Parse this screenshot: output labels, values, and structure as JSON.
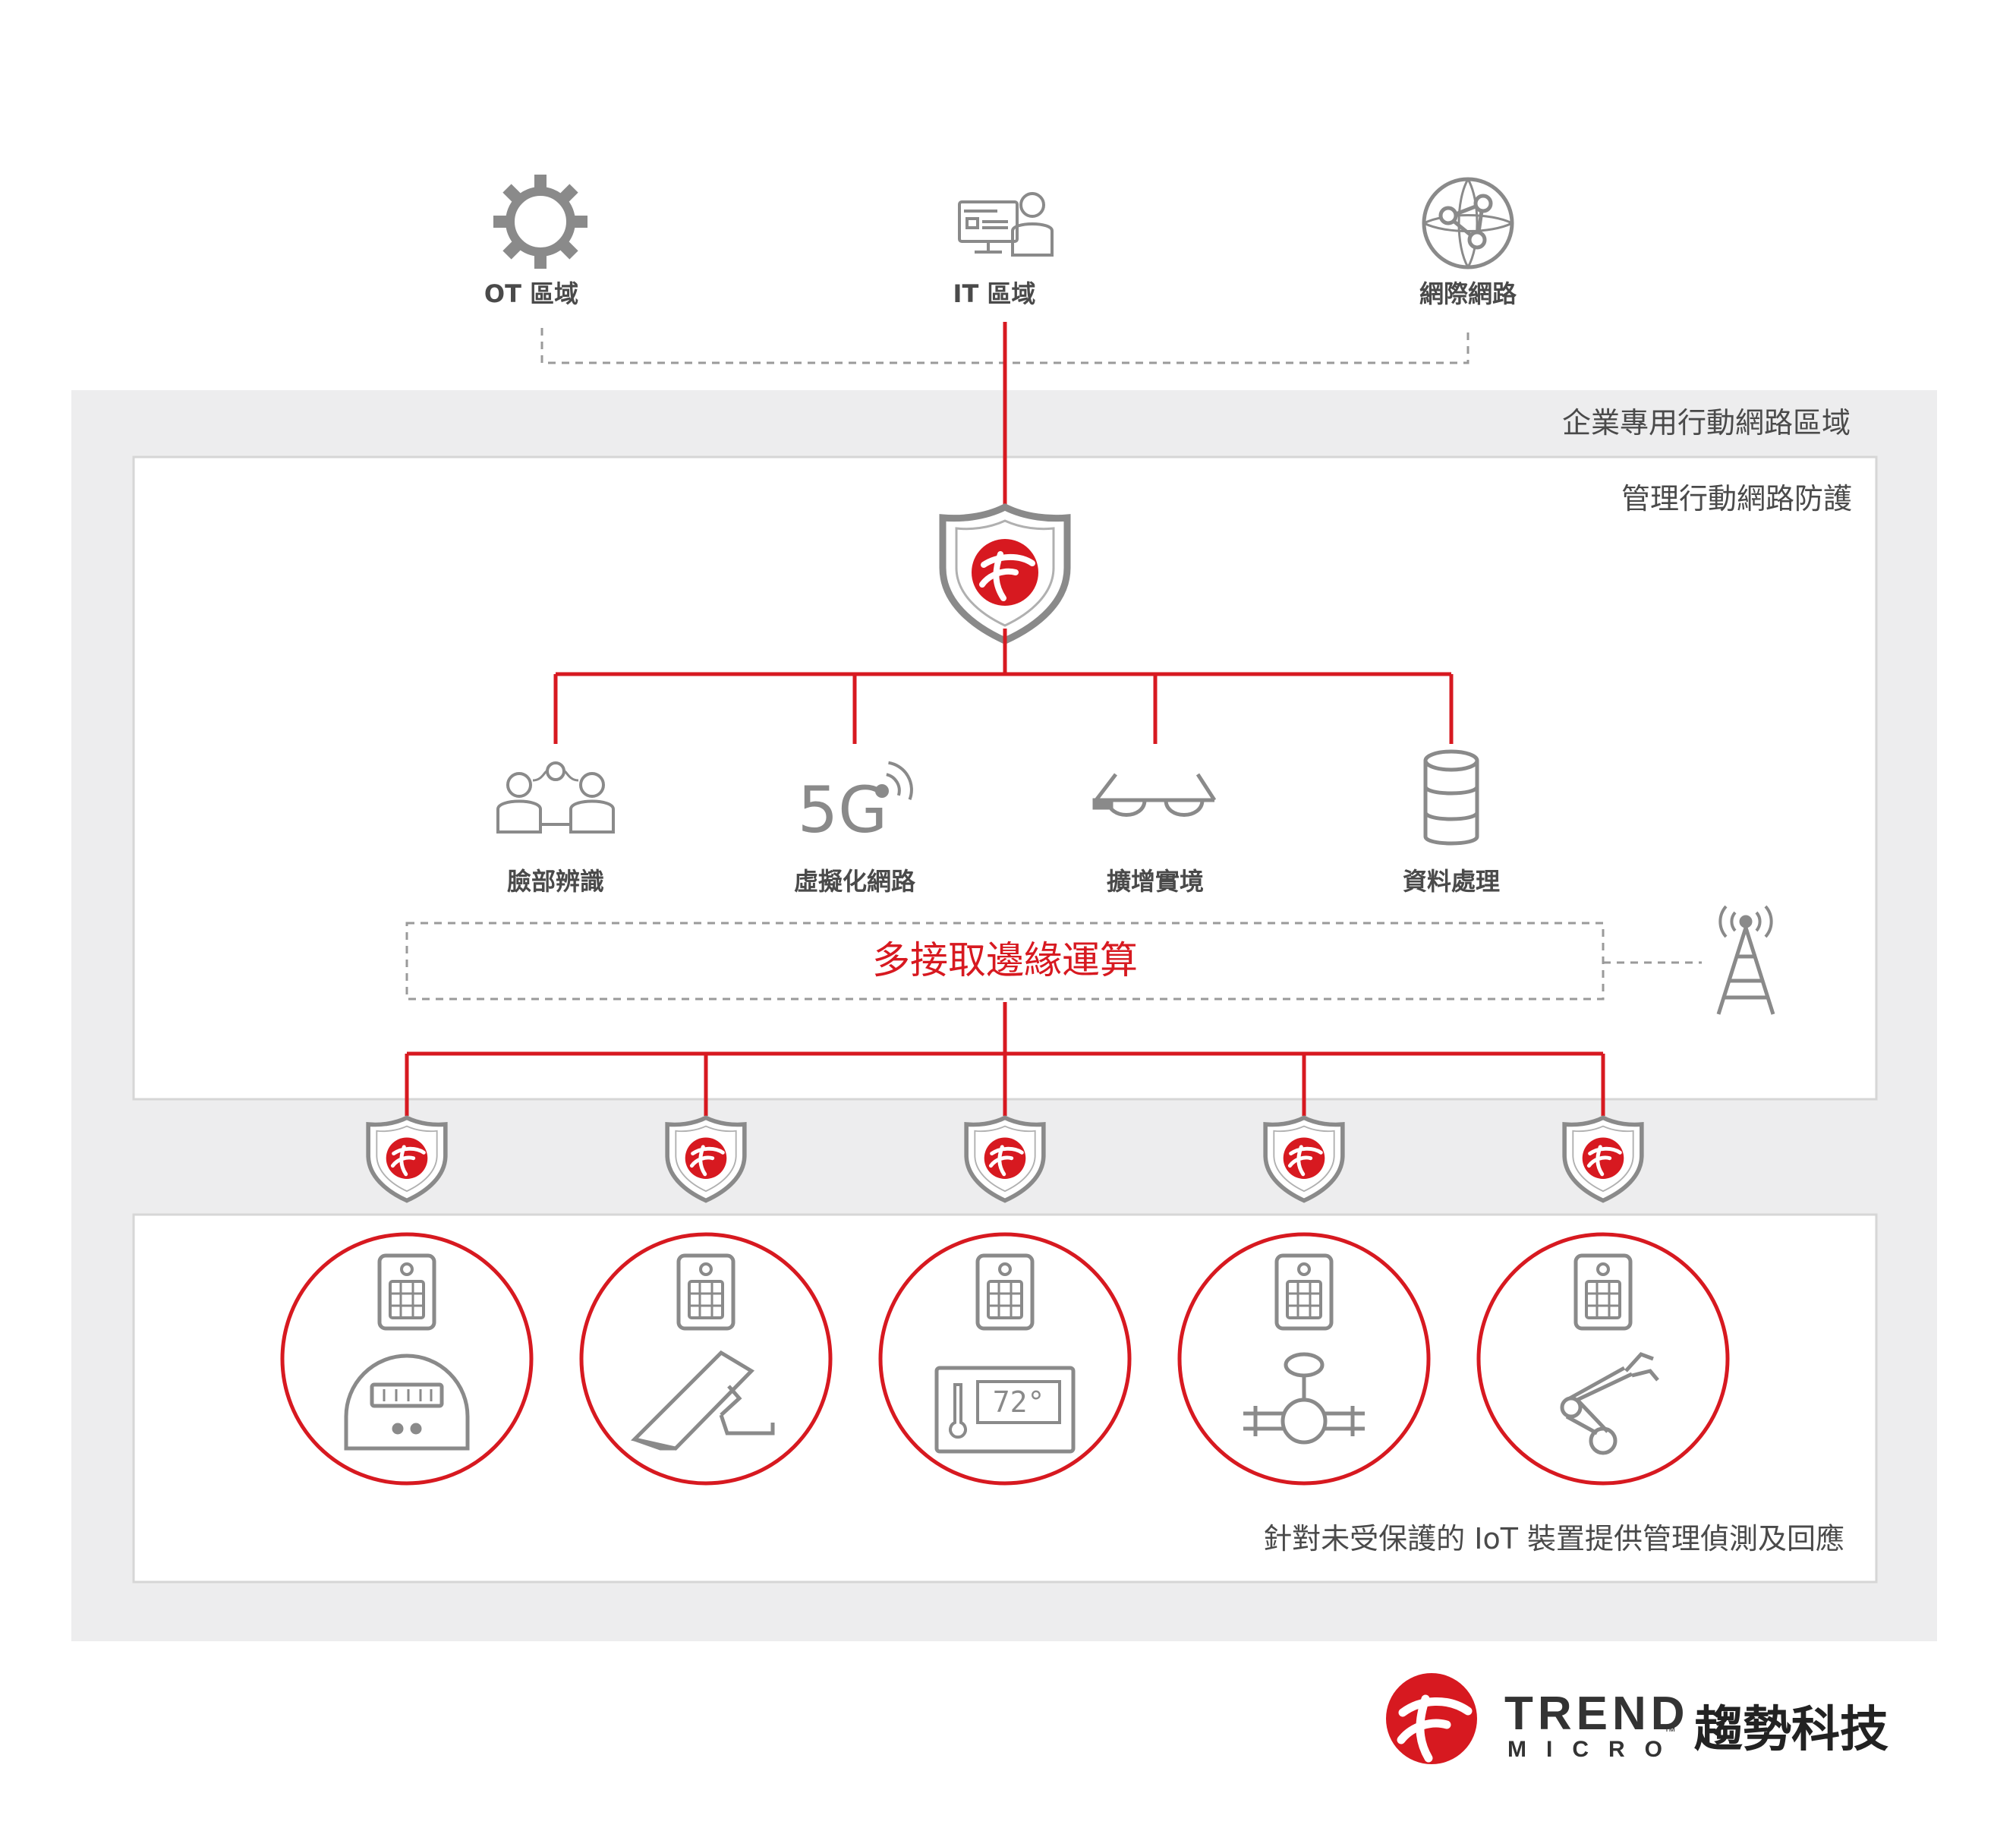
{
  "colors": {
    "accent": "#d71920",
    "gray_icon": "#8a8a8a",
    "zone_bg": "#ededee",
    "panel_border": "#d6d6d6"
  },
  "top_zones": [
    {
      "label": "OT 區域",
      "icon": "gear-icon"
    },
    {
      "label": "IT 區域",
      "icon": "workstation-user-icon"
    },
    {
      "label": "網際網路",
      "icon": "globe-network-icon"
    }
  ],
  "enterprise_zone_label": "企業專用行動網路區域",
  "management_panel_label": "管理行動網路防護",
  "services": [
    {
      "label": "臉部辨識",
      "icon": "face-recognition-icon"
    },
    {
      "label": "虛擬化網路",
      "icon": "5g-signal-icon",
      "icon_text": "5G"
    },
    {
      "label": "擴增實境",
      "icon": "ar-glasses-icon"
    },
    {
      "label": "資料處理",
      "icon": "database-icon"
    }
  ],
  "mec_label": "多接取邊緣運算",
  "cell_tower_icon": "cell-tower-icon",
  "shield_icon": "trend-shield-icon",
  "devices": [
    {
      "icon": "smart-meter-icon",
      "sim_icon": "sim-card-icon"
    },
    {
      "icon": "security-camera-icon",
      "sim_icon": "sim-card-icon"
    },
    {
      "icon": "thermostat-icon",
      "sim_icon": "sim-card-icon",
      "display_text": "72°"
    },
    {
      "icon": "valve-icon",
      "sim_icon": "sim-card-icon"
    },
    {
      "icon": "robot-arm-icon",
      "sim_icon": "sim-card-icon"
    }
  ],
  "iot_panel_label": "針對未受保護的 IoT 裝置提供管理偵測及回應",
  "brand": {
    "name_line1": "TREND",
    "name_line2": "MICRO",
    "trademark": "™",
    "name_cn": "趨勢科技",
    "logo_icon": "trend-micro-logo-icon"
  }
}
